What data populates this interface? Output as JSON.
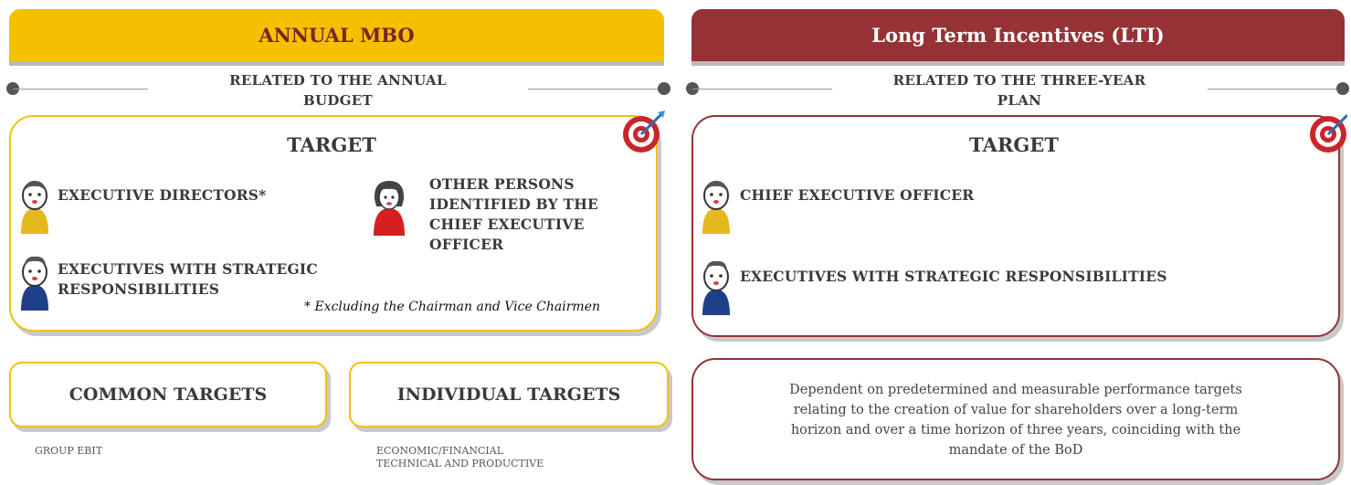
{
  "mbo": {
    "title": "ANNUAL MBO",
    "subtitle_line1": "RELATED TO THE ANNUAL",
    "subtitle_line2": "BUDGET",
    "target_title": "TARGET",
    "executive_directors": "EXECUTIVE DIRECTORS*",
    "other_persons": [
      "OTHER PERSONS",
      "IDENTIFIED BY THE",
      "CHIEF EXECUTIVE",
      "OFFICER"
    ],
    "executives_line1": "EXECUTIVES WITH STRATEGIC",
    "executives_line2": "RESPONSIBILITIES",
    "footnote": "*  Excluding the Chairman and Vice Chairmen",
    "common_targets": "COMMON TARGETS",
    "individual_targets": "INDIVIDUAL TARGETS",
    "common_item": "GROUP EBIT",
    "individual_items": [
      "ECONOMIC/FINANCIAL",
      "TECHNICAL AND PRODUCTIVE"
    ]
  },
  "lti": {
    "title": "Long Term Incentives (LTI)",
    "subtitle_line1": "RELATED TO THE THREE-YEAR",
    "subtitle_line2": "PLAN",
    "target_title": "TARGET",
    "ceo": "CHIEF EXECUTIVE OFFICER",
    "executives": "EXECUTIVES WITH STRATEGIC RESPONSIBILITIES",
    "description": [
      "Dependent on predetermined and measurable performance targets",
      "relating to the creation of value for shareholders over a long-term",
      "horizon and over a time horizon of three years, coinciding with the",
      "mandate of the BoD"
    ]
  },
  "colors": {
    "mbo_accent": "#f5c000",
    "lti_accent": "#943236"
  },
  "icons": [
    "person-male-yellow-icon",
    "person-female-red-icon",
    "person-male-blue-icon",
    "target-dart-icon"
  ]
}
